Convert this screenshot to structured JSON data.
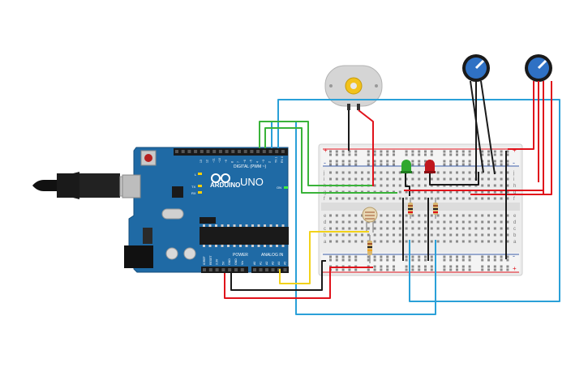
{
  "arduino": {
    "brand_label": "ARDUINO",
    "model_label": "UNO",
    "digital_label": "DIGITAL (PWM ~)",
    "power_label": "POWER",
    "analog_label": "ANALOG IN",
    "led_l_label": "L",
    "led_tx_label": "TX",
    "led_rx_label": "RX",
    "on_label": "ON",
    "aref_label": "AREF",
    "gnd_label": "GND",
    "pin_labels_digital": [
      "13",
      "12",
      "~11",
      "~10",
      "~9",
      "8",
      "7",
      "~6",
      "~5",
      "4",
      "~3",
      "2",
      "TX 1",
      "RX 0"
    ],
    "pin_labels_power": [
      "IOREF",
      "RESET",
      "3.3V",
      "5V",
      "GND",
      "GND",
      "Vin"
    ],
    "pin_labels_analog": [
      "A0",
      "A1",
      "A2",
      "A3",
      "A4",
      "A5"
    ]
  },
  "breadboard": {
    "row_letters_top": [
      "j",
      "i",
      "h",
      "g",
      "f"
    ],
    "row_letters_bottom": [
      "e",
      "d",
      "c",
      "b",
      "a"
    ],
    "rail_plus": "+",
    "rail_minus": "-"
  },
  "colors": {
    "arduino_board": "#1f6aa5",
    "wire_red": "#e0121b",
    "wire_black": "#1a1a1a",
    "wire_blue": "#2aa0d8",
    "wire_green": "#3ab33a",
    "wire_yellow": "#f2d21b",
    "breadboard": "#eaeaea",
    "led_green": "#2fa82f",
    "led_red": "#c0171e"
  },
  "icons": {
    "arduino_logo": "infinity-logo-icon",
    "motor": "dc-motor-icon",
    "pot": "potentiometer-icon",
    "photoresistor": "photoresistor-icon"
  }
}
